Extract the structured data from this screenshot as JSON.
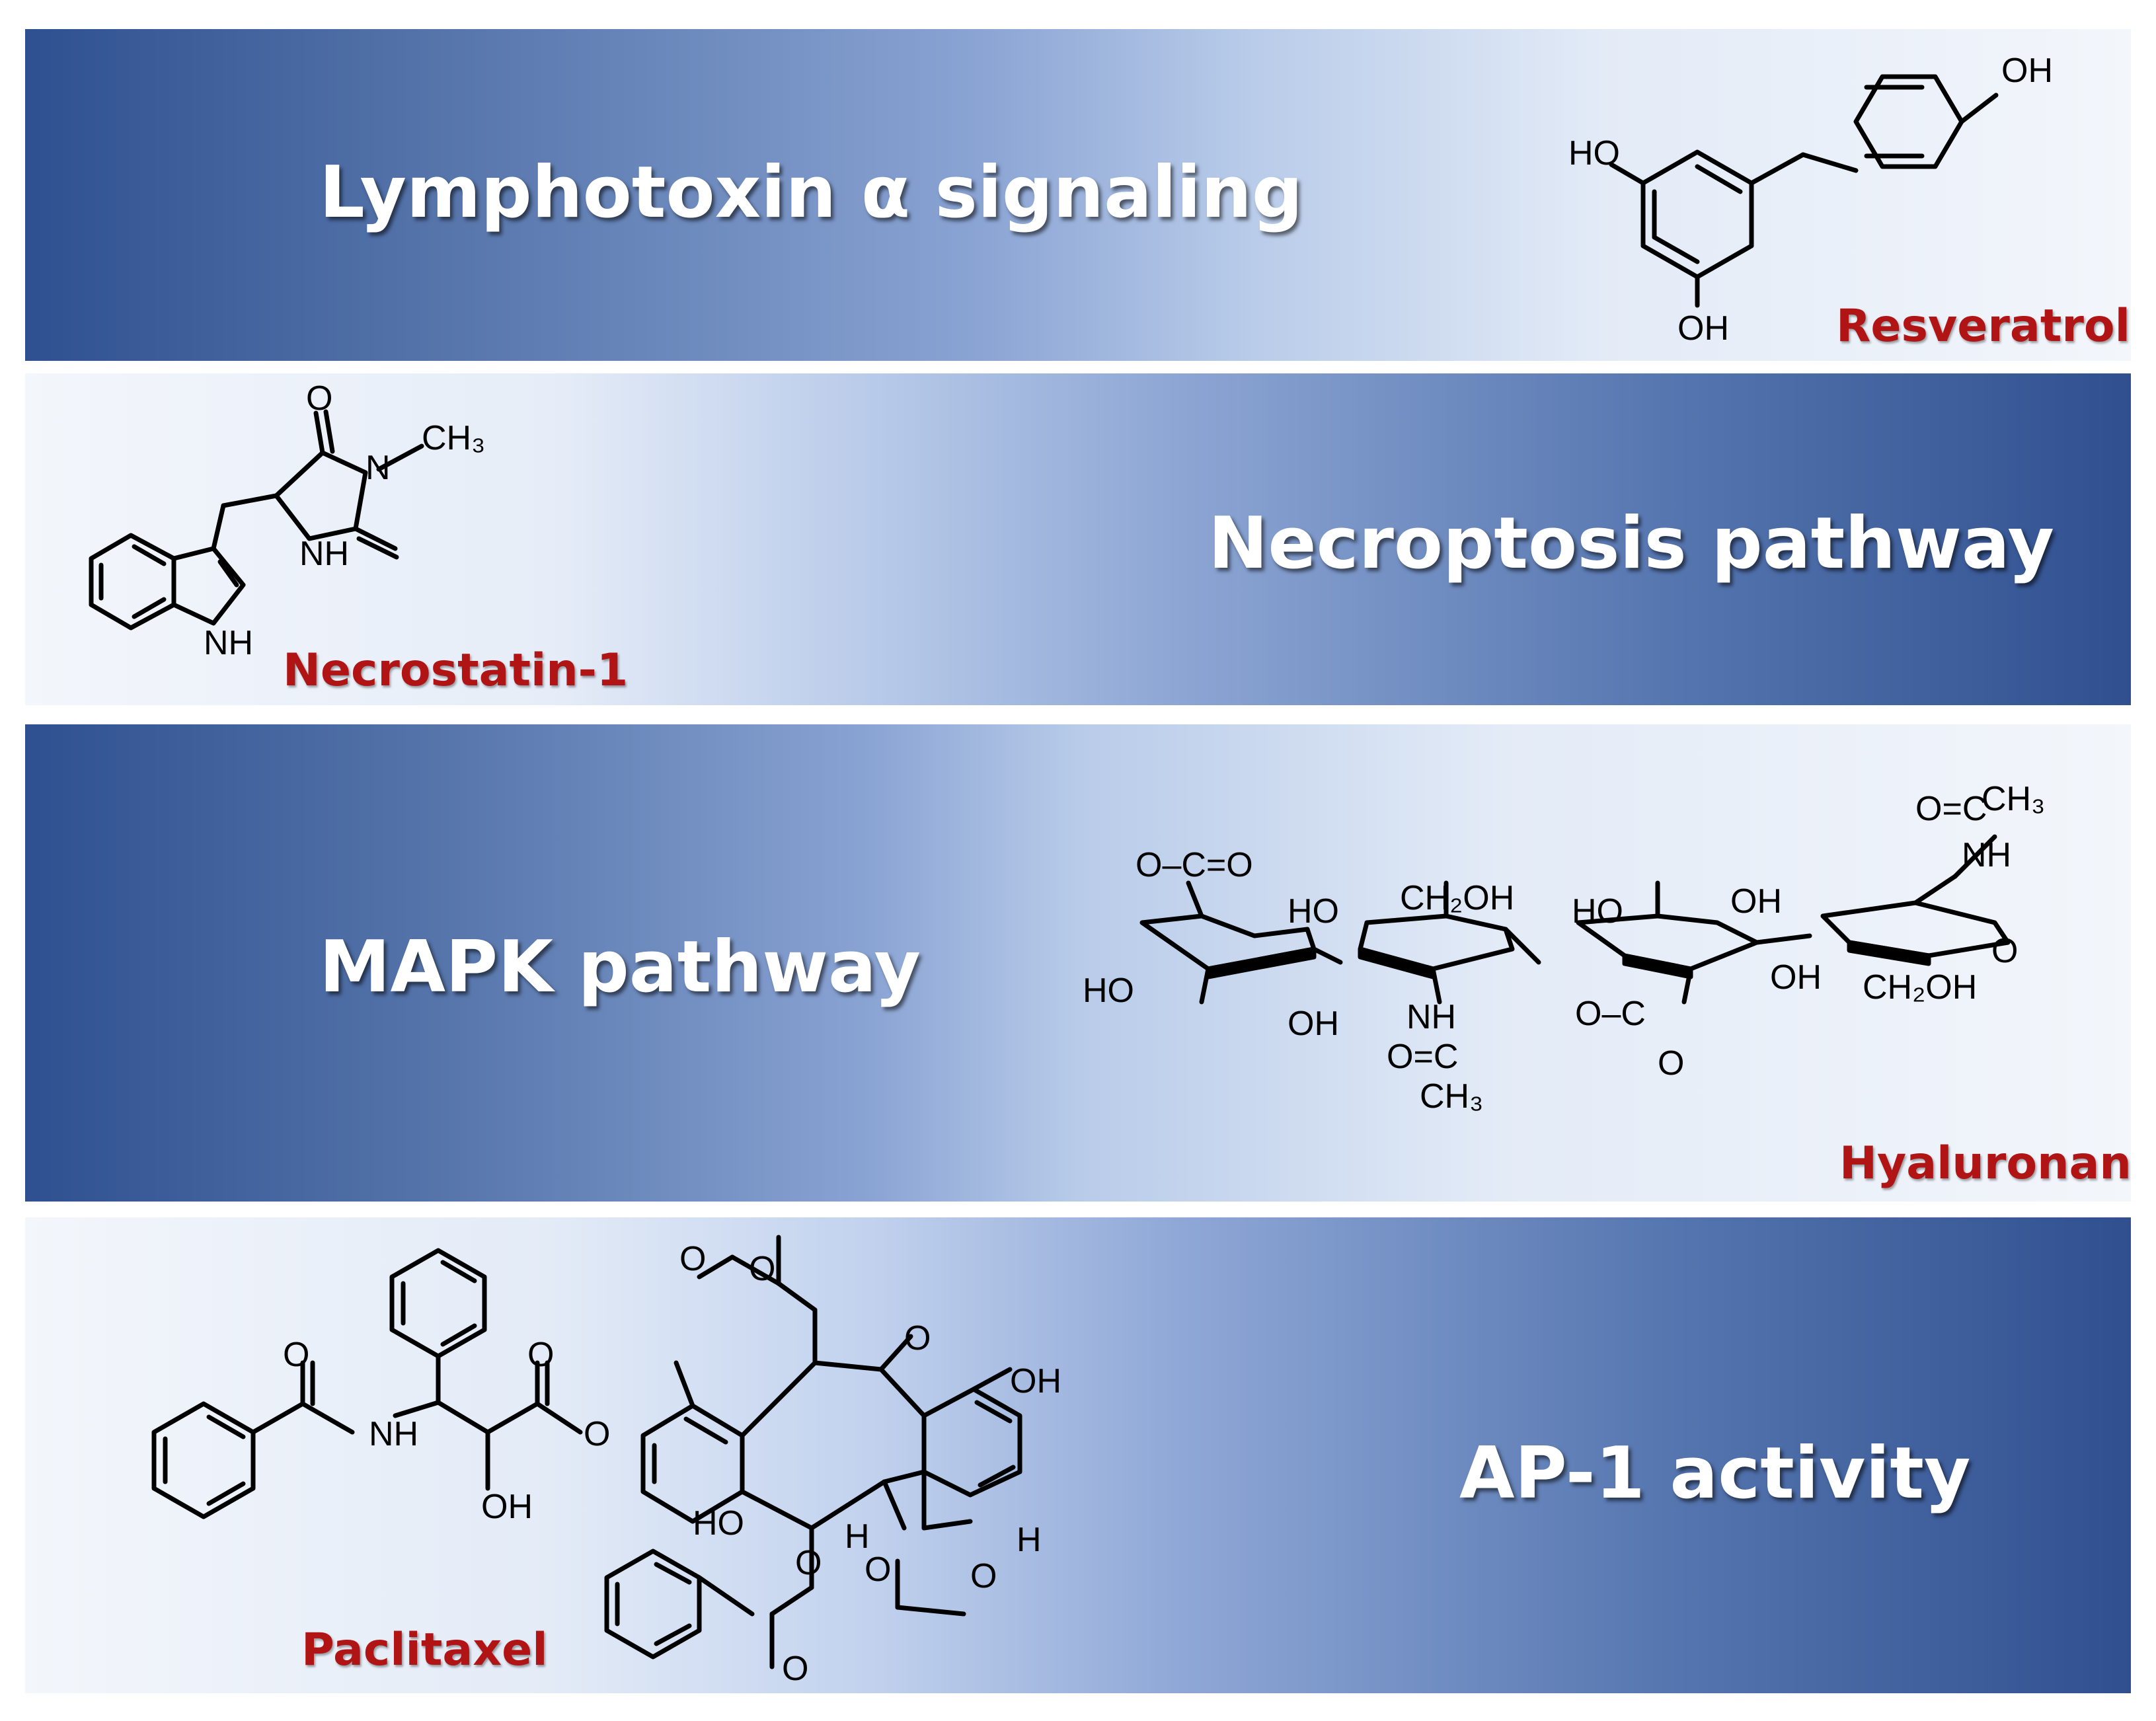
{
  "panels": [
    {
      "pathway": "Lymphotoxin α signaling",
      "compound": "Resveratrol"
    },
    {
      "pathway": "Necroptosis pathway",
      "compound": "Necrostatin-1"
    },
    {
      "pathway": "MAPK pathway",
      "compound": "Hyaluronan"
    },
    {
      "pathway": "AP-1 activity",
      "compound": "Paclitaxel"
    }
  ],
  "atom_labels": {
    "resveratrol": {
      "ho": "HO",
      "oh_top": "OH",
      "oh_bottom": "OH"
    },
    "necrostatin": {
      "o": "O",
      "n": "N",
      "ch3": "CH₃",
      "nh": "NH",
      "indole_nh": "NH"
    },
    "hyaluronan": {
      "ch3_top": "CH₃",
      "o_eq_c": "O=C",
      "nh_top": "NH",
      "oc_o": "O–C=O",
      "ho_1": "HO",
      "ch2oh_1": "CH₂OH",
      "oh_1": "OH",
      "ho_2": "HO",
      "oh_2": "OH",
      "ho_3": "HO",
      "ch2oh_2": "CH₂OH",
      "nh_2": "NH",
      "o_eq_c2": "O=C",
      "ch3_2": "CH₃",
      "o_ring": "O",
      "oc_2": "O–C",
      "o_3": "O",
      "oh_3": "OH"
    },
    "paclitaxel": {
      "o1": "O",
      "o2": "O",
      "nh": "NH",
      "oh1": "OH",
      "o3": "O",
      "o4": "O",
      "o5": "O",
      "oh2": "OH",
      "ho": "HO",
      "h1": "H",
      "h2": "H",
      "o6": "O",
      "o7": "O",
      "o8": "O",
      "o9": "O",
      "o10": "O"
    }
  },
  "colors": {
    "band_dark": "#2f5090",
    "band_light": "#f3f6fb",
    "compound_label": "#b01414",
    "title": "#ffffff"
  }
}
